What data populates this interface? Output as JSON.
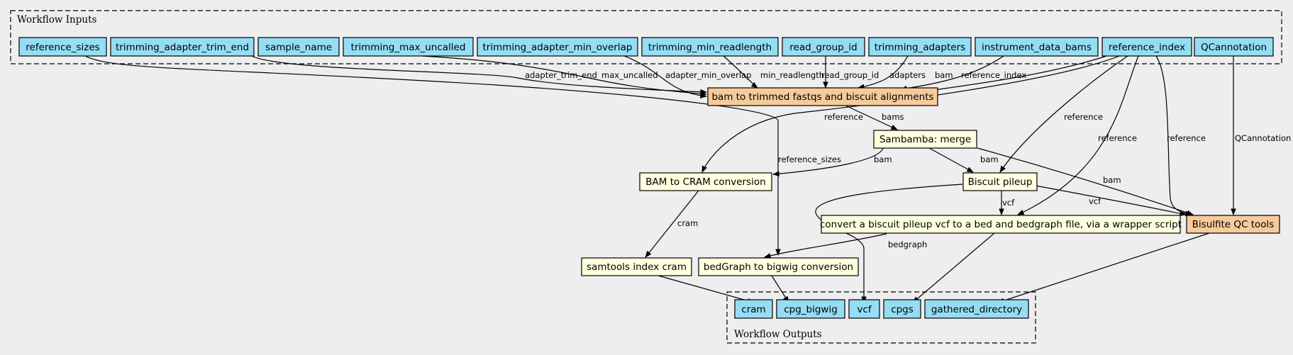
{
  "clusters": {
    "inputs_label": "Workflow Inputs",
    "outputs_label": "Workflow Outputs"
  },
  "nodes": {
    "reference_sizes": "reference_sizes",
    "trimming_adapter_trim_end": "trimming_adapter_trim_end",
    "sample_name": "sample_name",
    "trimming_max_uncalled": "trimming_max_uncalled",
    "trimming_adapter_min_overlap": "trimming_adapter_min_overlap",
    "trimming_min_readlength": "trimming_min_readlength",
    "read_group_id": "read_group_id",
    "trimming_adapters": "trimming_adapters",
    "instrument_data_bams": "instrument_data_bams",
    "reference_index": "reference_index",
    "qcannotation": "QCannotation",
    "bam_to_trimmed": "bam to trimmed fastqs and biscuit alignments",
    "sambamba_merge": "Sambamba: merge",
    "bam_to_cram": "BAM to CRAM conversion",
    "biscuit_pileup": "Biscuit pileup",
    "convert_pileup": "convert a biscuit pileup vcf to a bed and bedgraph file, via a wrapper script",
    "bisulfite_qc": "Bisulfite QC tools",
    "samtools_index": "samtools index cram",
    "bedgraph_to_bigwig": "bedGraph to bigwig conversion",
    "out_cram": "cram",
    "out_cpg_bigwig": "cpg_bigwig",
    "out_vcf": "vcf",
    "out_cpgs": "cpgs",
    "out_gathered": "gathered_directory"
  },
  "edge_labels": {
    "adapter_trim_end": "adapter_trim_end",
    "max_uncalled": "max_uncalled",
    "adapter_min_overlap": "adapter_min_overlap",
    "min_readlength": "min_readlength",
    "read_group_id": "read_group_id",
    "adapters": "adapters",
    "bam_in": "bam",
    "reference_index": "reference_index",
    "bams": "bams",
    "reference_cram": "reference",
    "reference_pileup": "reference",
    "reference_convert": "reference",
    "reference_qc": "reference",
    "qcannotation": "QCannotation",
    "reference_sizes": "reference_sizes",
    "bam_cram": "bam",
    "bam_pileup": "bam",
    "bam_qc": "bam",
    "vcf_convert": "vcf",
    "vcf_qc": "vcf",
    "cram": "cram",
    "bedgraph": "bedgraph"
  },
  "colors": {
    "io_node": "#94ddf4",
    "step_node": "#ffffe0",
    "subworkflow_node": "#f7ca9c",
    "background": "#eeeeee"
  }
}
